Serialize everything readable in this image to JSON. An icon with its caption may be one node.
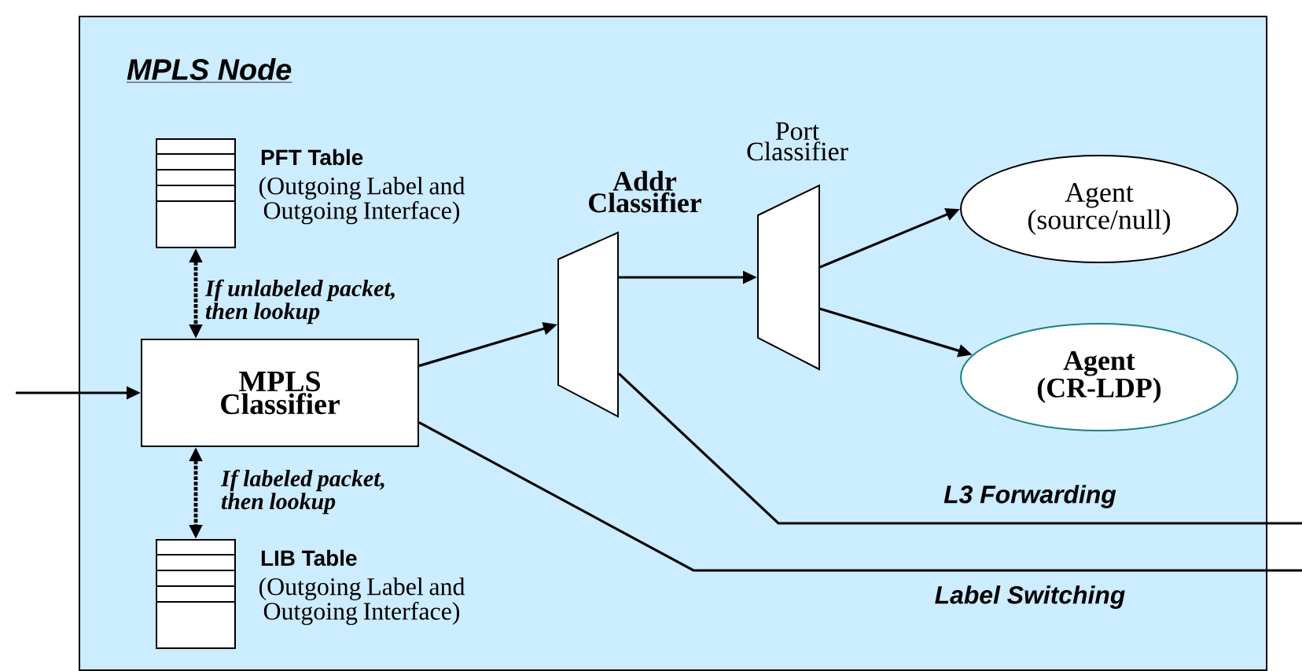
{
  "diagram": {
    "nodes": [
      {
        "text": [
          "MPLS Node"
        ]
      },
      {
        "text": [
          "PFT Table",
          "(Outgoing Label and Outgoing Interface)"
        ],
        "in": 0
      },
      {
        "text": [
          "MPLS Classifier"
        ],
        "in": 0
      },
      {
        "text": [
          "LIB Table",
          "(Outgoing Label and Outgoing Interface)"
        ],
        "in": 0
      },
      {
        "text": [
          "Addr Classifier"
        ],
        "in": 0
      },
      {
        "text": [
          "Port Classifier"
        ],
        "in": 0
      },
      {
        "text": [
          "Agent (source/null)"
        ],
        "in": 0
      },
      {
        "text": [
          "Agent (CR-LDP)"
        ],
        "in": 0
      }
    ],
    "edges": [
      {
        "from": null,
        "to": 2,
        "arrow": "to"
      },
      {
        "from": 1,
        "to": 2,
        "arrow": "both",
        "style": "dashed",
        "label": "If unlabeled packet, then lookup"
      },
      {
        "from": 2,
        "to": 3,
        "arrow": "both",
        "style": "dashed",
        "label": "If labeled packet, then lookup"
      },
      {
        "from": 2,
        "to": 4,
        "arrow": "to"
      },
      {
        "from": 4,
        "to": 5,
        "arrow": "to"
      },
      {
        "from": 5,
        "to": 6,
        "arrow": "to"
      },
      {
        "from": 5,
        "to": 7,
        "arrow": "to"
      },
      {
        "from": 4,
        "to": null,
        "arrow": "none",
        "label": "L3 Forwarding"
      },
      {
        "from": 2,
        "to": null,
        "arrow": "none",
        "label": "Label Switching"
      }
    ]
  }
}
